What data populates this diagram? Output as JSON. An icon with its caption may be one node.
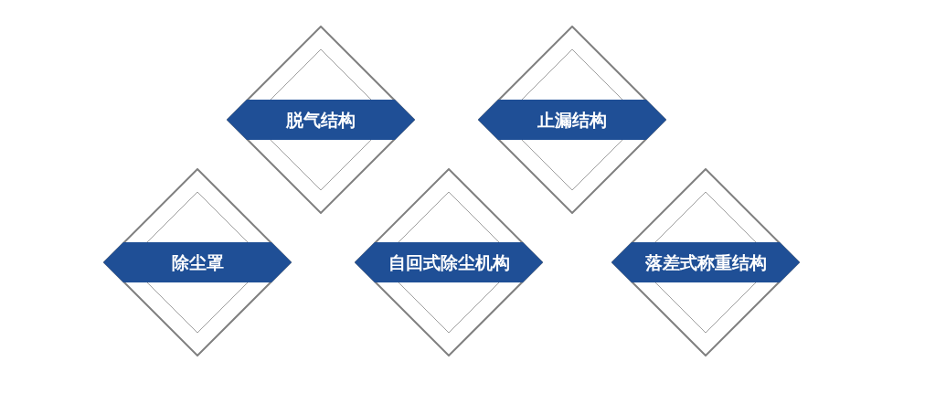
{
  "diagram": {
    "nodes": [
      {
        "text": [
          "脱气结构"
        ]
      },
      {
        "text": [
          "止漏结构"
        ]
      },
      {
        "text": [
          "除尘罩"
        ]
      },
      {
        "text": [
          "自回式除尘机构"
        ]
      },
      {
        "text": [
          "落差式称重结构"
        ]
      }
    ]
  }
}
